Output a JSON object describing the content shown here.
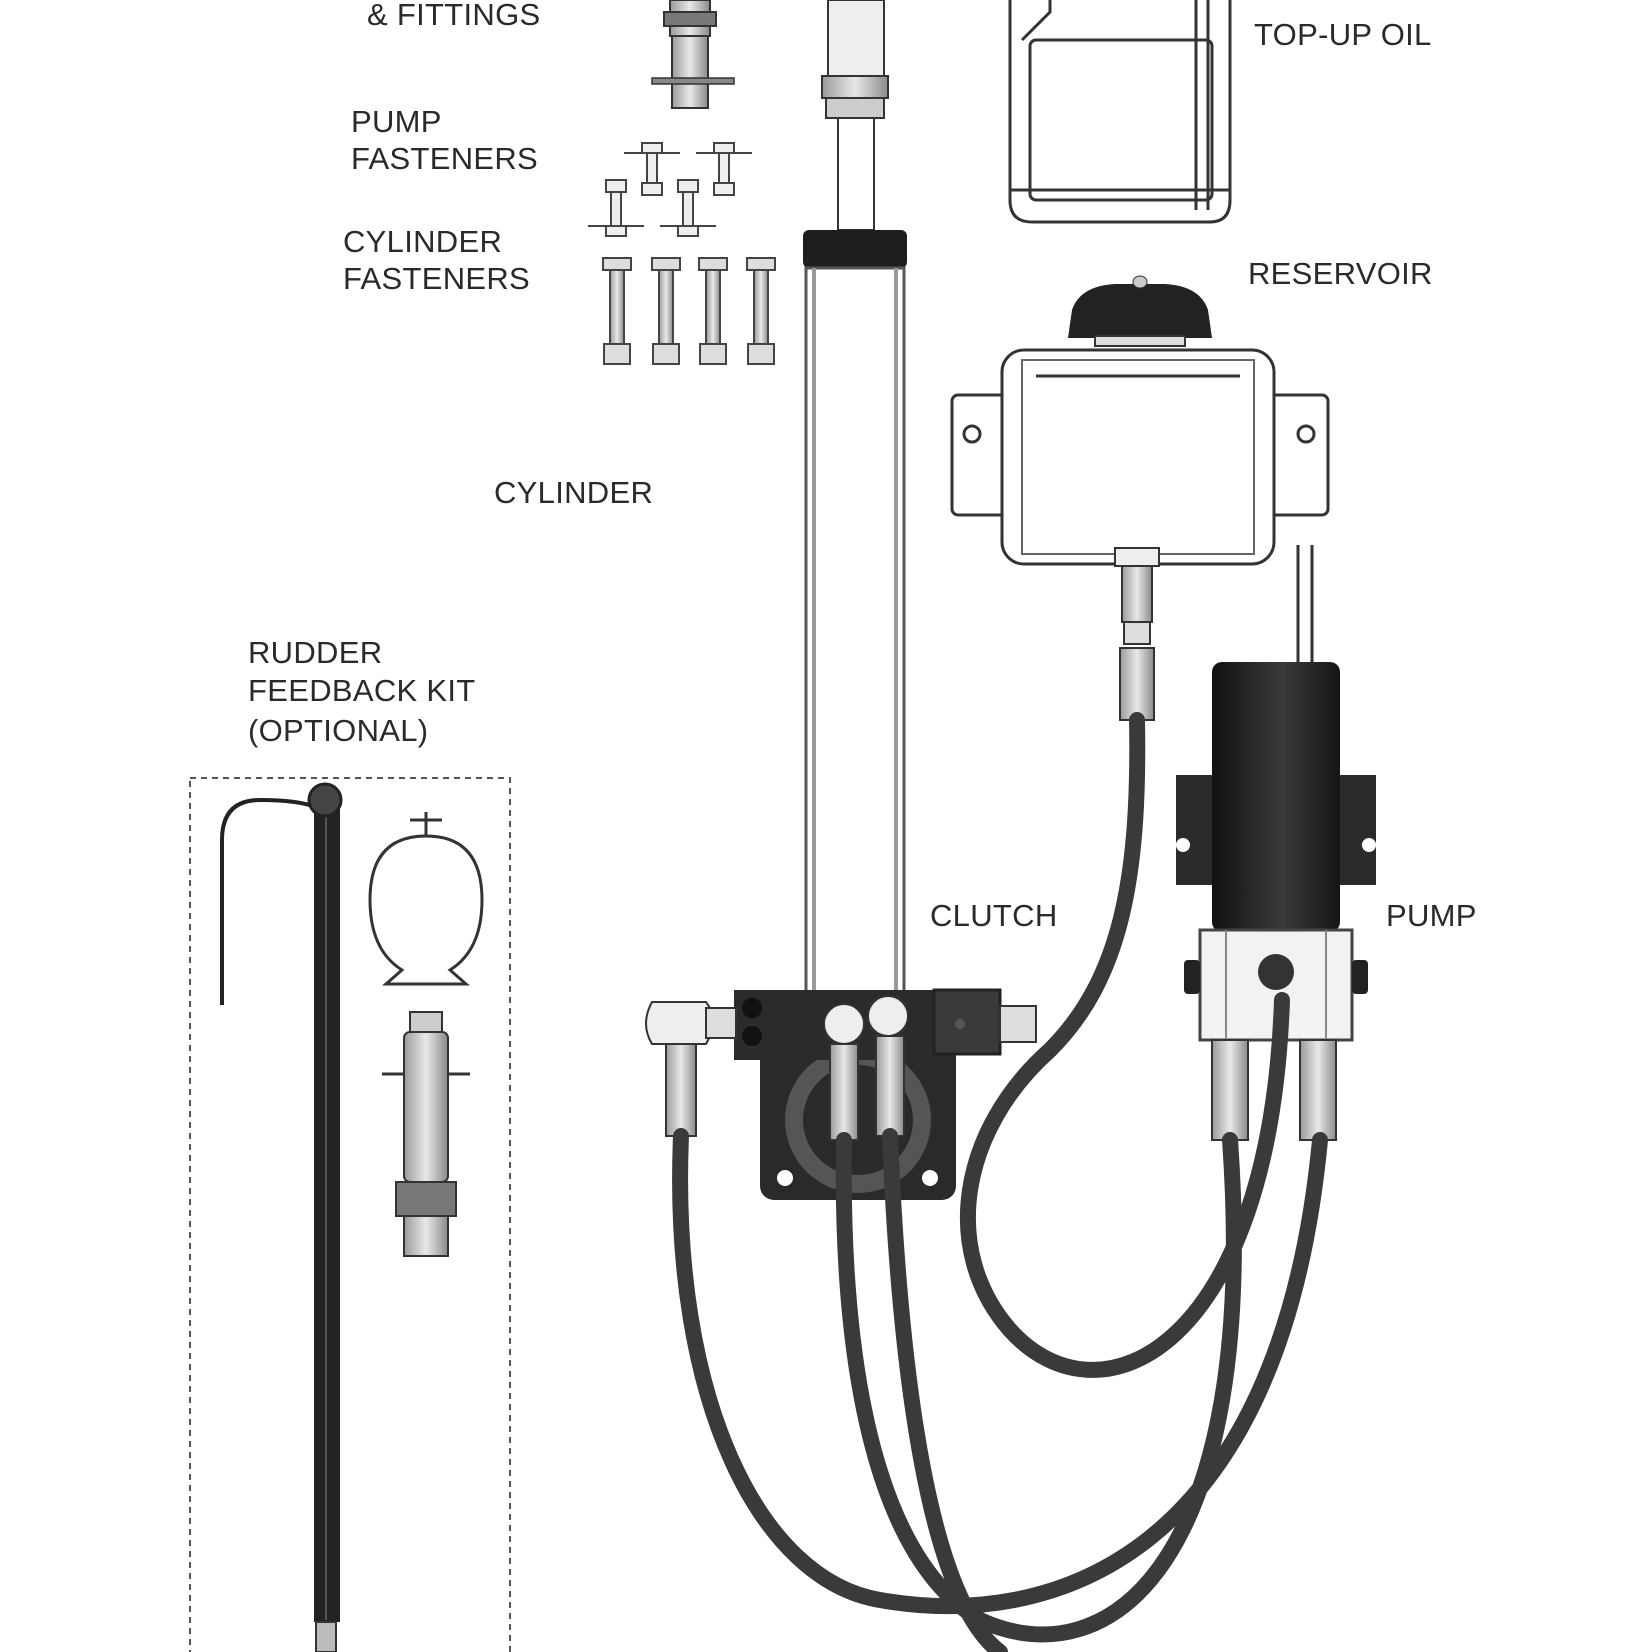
{
  "diagram": {
    "title": "Hydraulic autopilot drive kit components",
    "labels": {
      "hoses_fittings": "& FITTINGS",
      "pump_fasteners_1": "PUMP",
      "pump_fasteners_2": "FASTENERS",
      "cylinder_fasteners_1": "CYLINDER",
      "cylinder_fasteners_2": "FASTENERS",
      "cylinder": "CYLINDER",
      "top_up_oil": "TOP-UP OIL",
      "reservoir": "RESERVOIR",
      "rudder_1": "RUDDER",
      "rudder_2": "FEEDBACK KIT",
      "rudder_3": "(OPTIONAL)",
      "clutch": "CLUTCH",
      "pump": "PUMP"
    },
    "components": [
      {
        "name": "hoses-and-fittings"
      },
      {
        "name": "pump-fasteners",
        "count": 4
      },
      {
        "name": "cylinder-fasteners",
        "count": 4
      },
      {
        "name": "cylinder"
      },
      {
        "name": "top-up-oil-bottle"
      },
      {
        "name": "reservoir"
      },
      {
        "name": "clutch"
      },
      {
        "name": "pump"
      },
      {
        "name": "rudder-feedback-kit",
        "optional": true
      }
    ],
    "colors": {
      "text": "#2a2a2a",
      "outline": "#333333",
      "dark_part": "#2b2b2b",
      "hose": "#3a3a3a",
      "light_fill": "#f4f4f4"
    }
  }
}
